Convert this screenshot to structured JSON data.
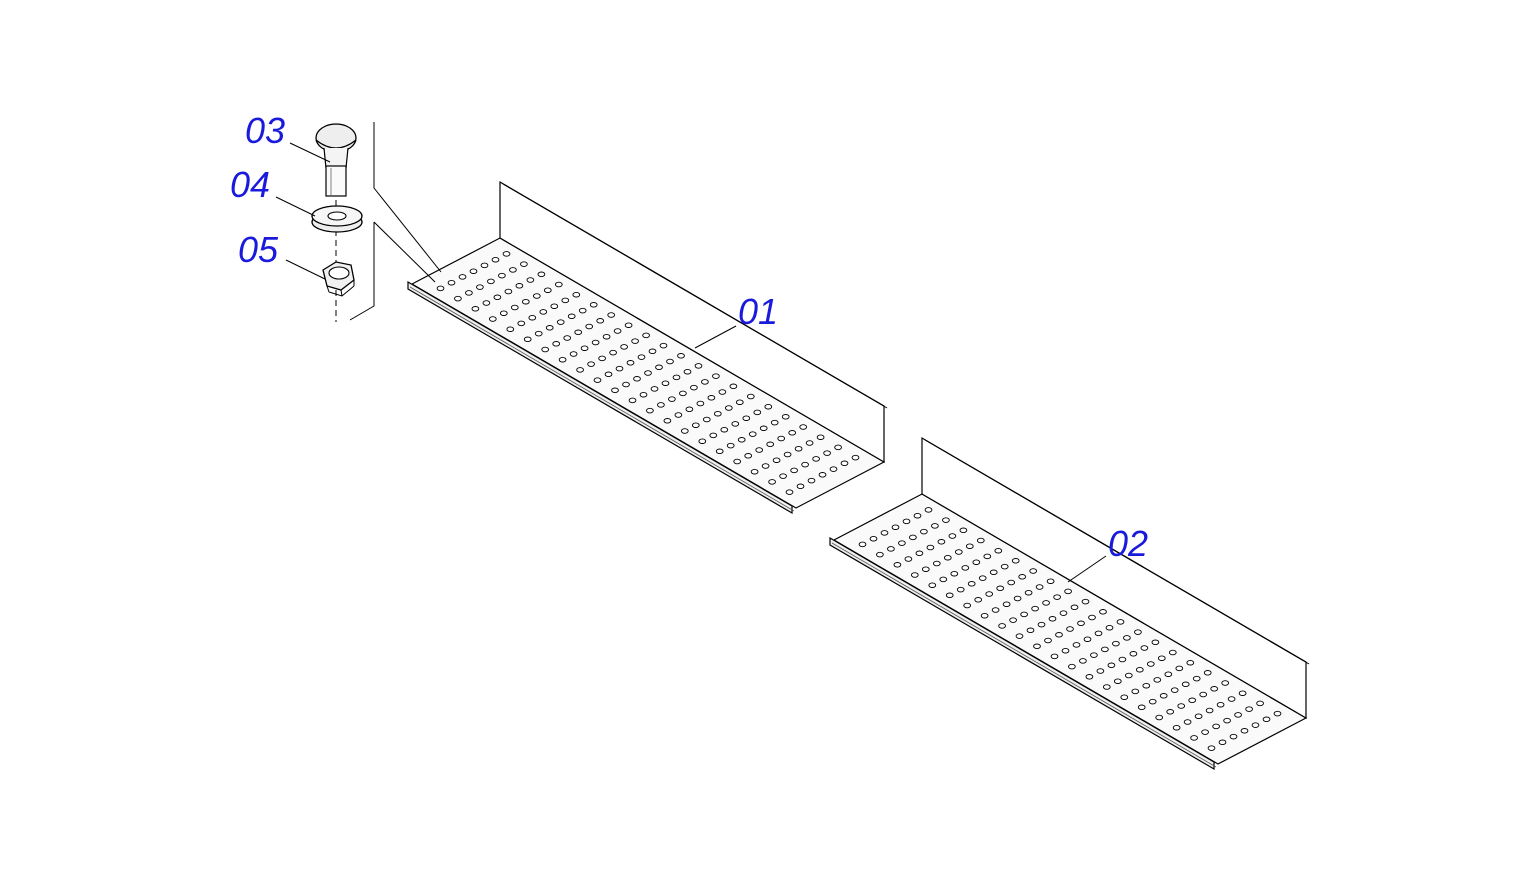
{
  "diagram": {
    "label_color": "#1a1adc",
    "line_color": "#000000",
    "callouts": {
      "part_01": "01",
      "part_02": "02",
      "part_03": "03",
      "part_04": "04",
      "part_05": "05"
    },
    "parts": [
      {
        "id": "01",
        "kind": "perforated-cable-tray"
      },
      {
        "id": "02",
        "kind": "perforated-cable-tray"
      },
      {
        "id": "03",
        "kind": "carriage-bolt"
      },
      {
        "id": "04",
        "kind": "flat-washer"
      },
      {
        "id": "05",
        "kind": "hex-nut"
      }
    ]
  }
}
